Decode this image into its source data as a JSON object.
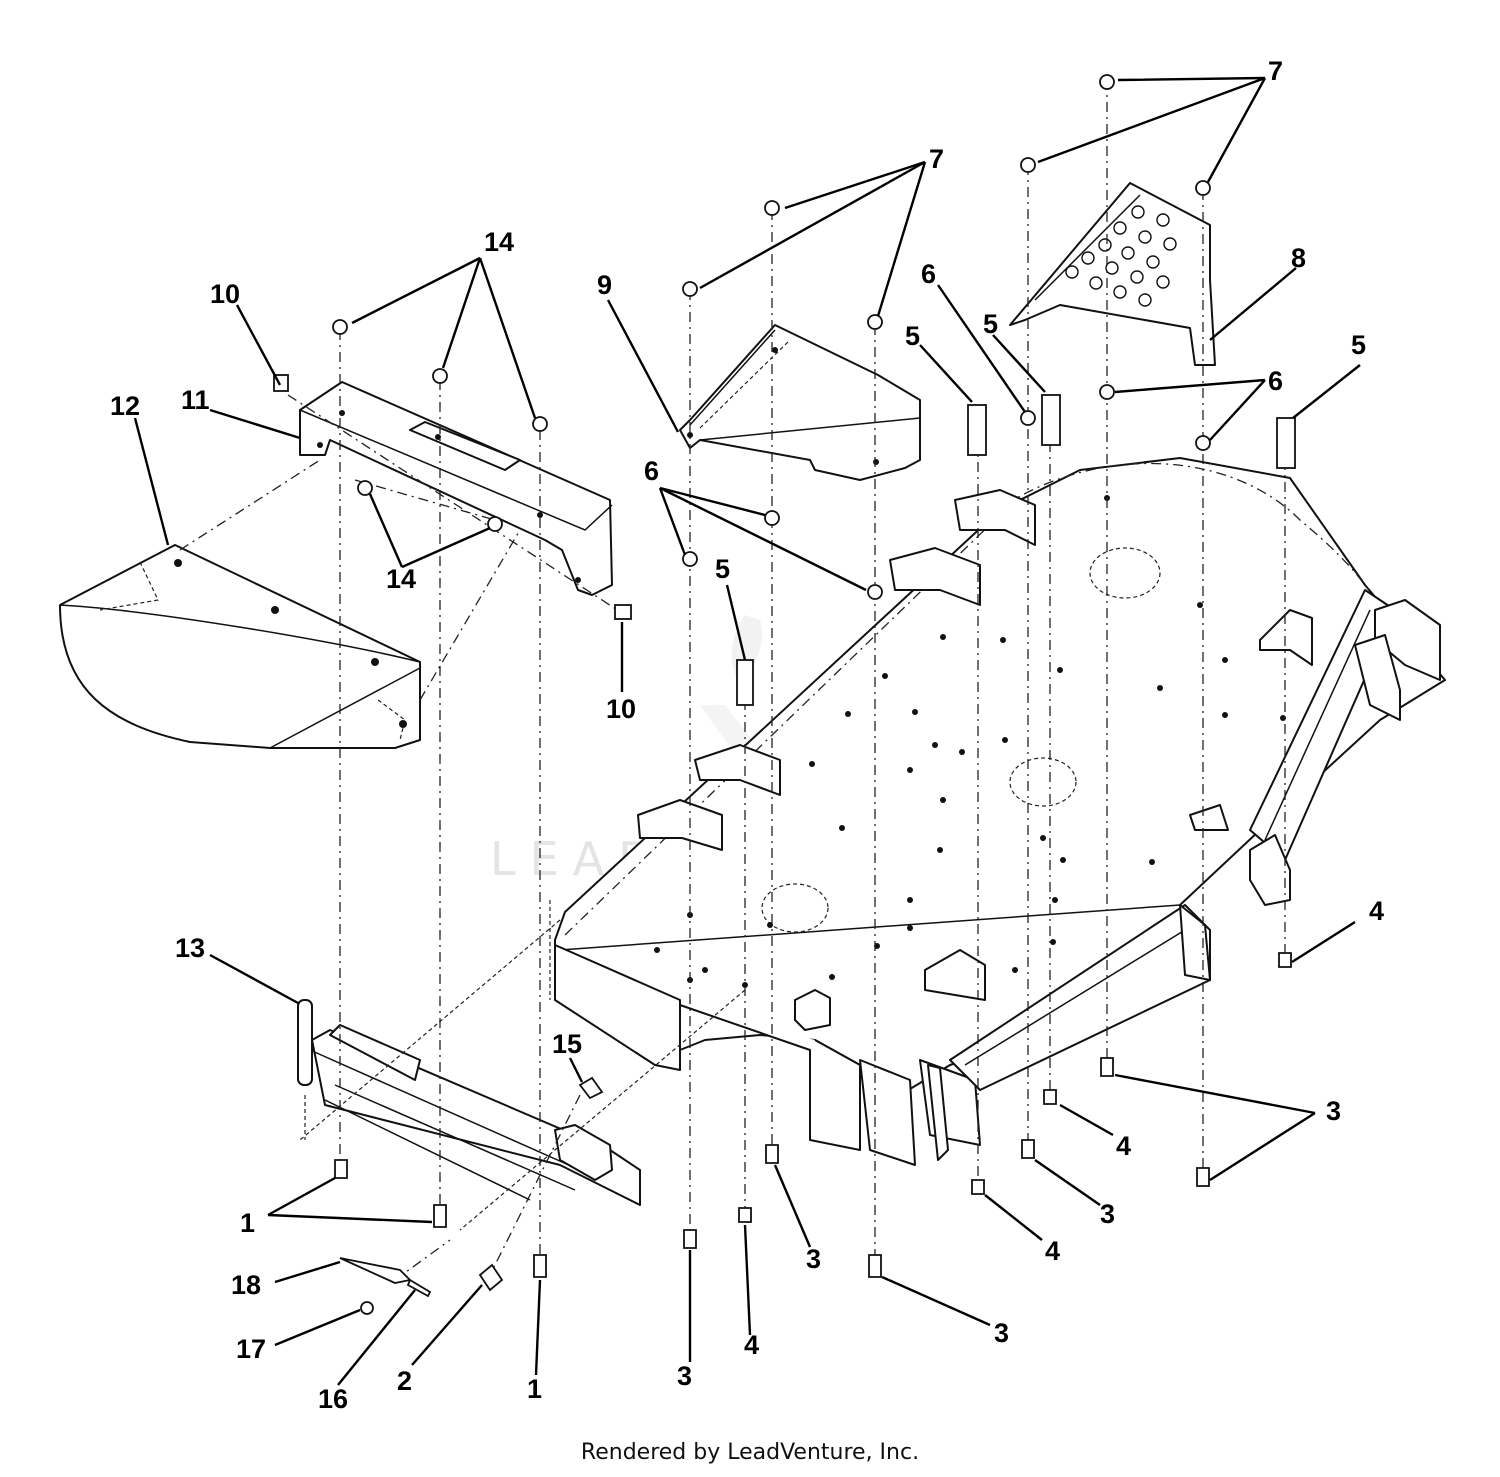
{
  "watermark": "LEADVENTURE",
  "credit": "Rendered by LeadVenture, Inc.",
  "callouts": {
    "c1a": "1",
    "c1b": "1",
    "c2": "2",
    "c3a": "3",
    "c3b": "3",
    "c3c": "3",
    "c3d": "3",
    "c3e": "3",
    "c4a": "4",
    "c4b": "4",
    "c4c": "4",
    "c4d": "4",
    "c5a": "5",
    "c5b": "5",
    "c5c": "5",
    "c5d": "5",
    "c6a": "6",
    "c6b": "6",
    "c6c": "6",
    "c7a": "7",
    "c7b": "7",
    "c8": "8",
    "c9": "9",
    "c10a": "10",
    "c10b": "10",
    "c11": "11",
    "c12": "12",
    "c13": "13",
    "c14a": "14",
    "c14b": "14",
    "c15": "15",
    "c16": "16",
    "c17": "17",
    "c18": "18"
  }
}
